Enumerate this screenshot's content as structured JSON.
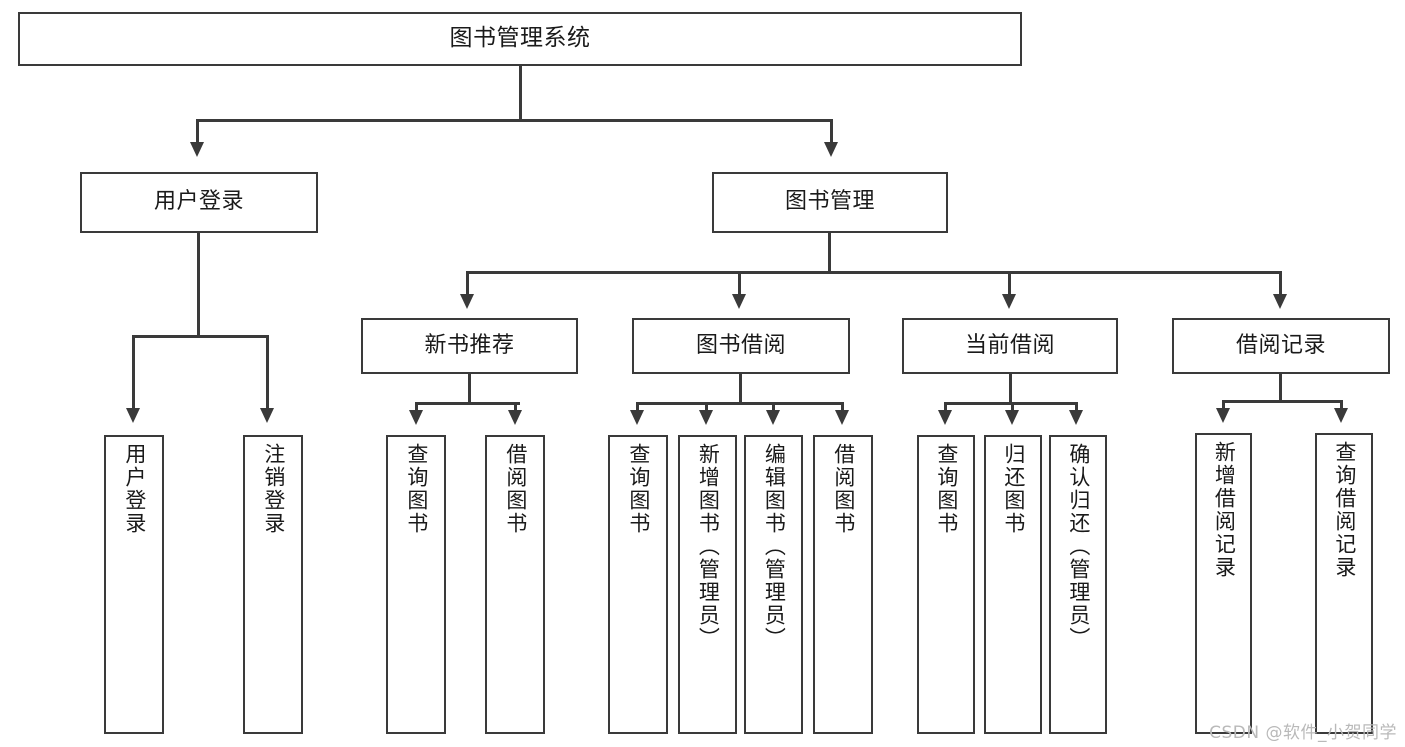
{
  "diagram": {
    "title": "图书管理系统",
    "type": "tree",
    "root": {
      "label": "图书管理系统"
    },
    "level1": [
      {
        "label": "用户登录"
      },
      {
        "label": "图书管理"
      }
    ],
    "level2": [
      {
        "label": "新书推荐"
      },
      {
        "label": "图书借阅"
      },
      {
        "label": "当前借阅"
      },
      {
        "label": "借阅记录"
      }
    ],
    "leaves": {
      "user_login": [
        {
          "label": "用户登录"
        },
        {
          "label": "注销登录"
        }
      ],
      "new_book_recommend": [
        {
          "label": "查询图书"
        },
        {
          "label": "借阅图书"
        }
      ],
      "book_borrow": [
        {
          "label": "查询图书"
        },
        {
          "label": "新增图书（管理员）"
        },
        {
          "label": "编辑图书（管理员）"
        },
        {
          "label": "借阅图书"
        }
      ],
      "current_borrow": [
        {
          "label": "查询图书"
        },
        {
          "label": "归还图书"
        },
        {
          "label": "确认归还（管理员）"
        }
      ],
      "borrow_records": [
        {
          "label": "新增借阅记录"
        },
        {
          "label": "查询借阅记录"
        }
      ]
    }
  },
  "watermark": {
    "text": "CSDN @软件_小贺同学"
  },
  "colors": {
    "stroke": "#3a3a3a",
    "text": "#1a1a1a",
    "background": "#ffffff",
    "watermark": "#b9b9b9"
  }
}
